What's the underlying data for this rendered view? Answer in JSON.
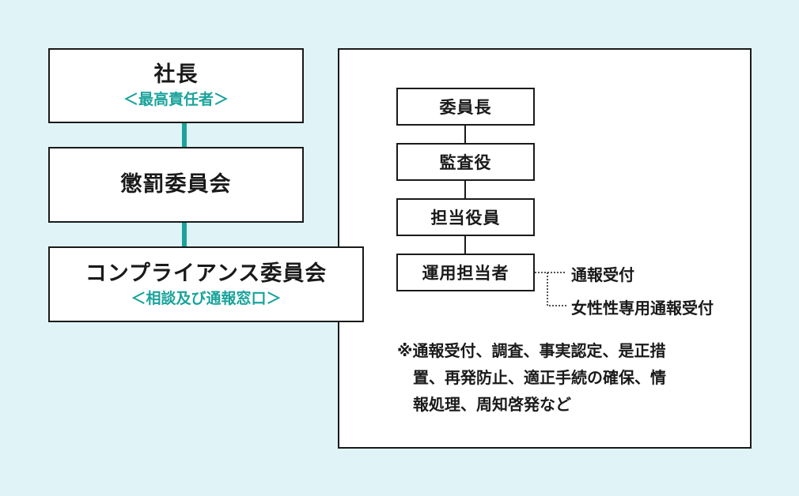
{
  "left_chart": {
    "president": {
      "title": "社長",
      "subtitle": "＜最高責任者＞"
    },
    "disciplinary_committee": {
      "title": "懲罰委員会"
    },
    "compliance_committee": {
      "title": "コンプライアンス委員会",
      "subtitle": "＜相談及び通報窓口＞"
    }
  },
  "committee_panel": {
    "roles": [
      "委員長",
      "監査役",
      "担当役員",
      "運用担当者"
    ],
    "branches": [
      "通報受付",
      "女性性専用通報受付"
    ],
    "note_lines": [
      "※通報受付、調査、事実認定、是正措",
      "置、再発防止、適正手続の確保、情",
      "報処理、周知啓発など"
    ]
  },
  "colors": {
    "background": "#e0f4f7",
    "accent": "#1ba39c",
    "border": "#1a1a1a"
  }
}
